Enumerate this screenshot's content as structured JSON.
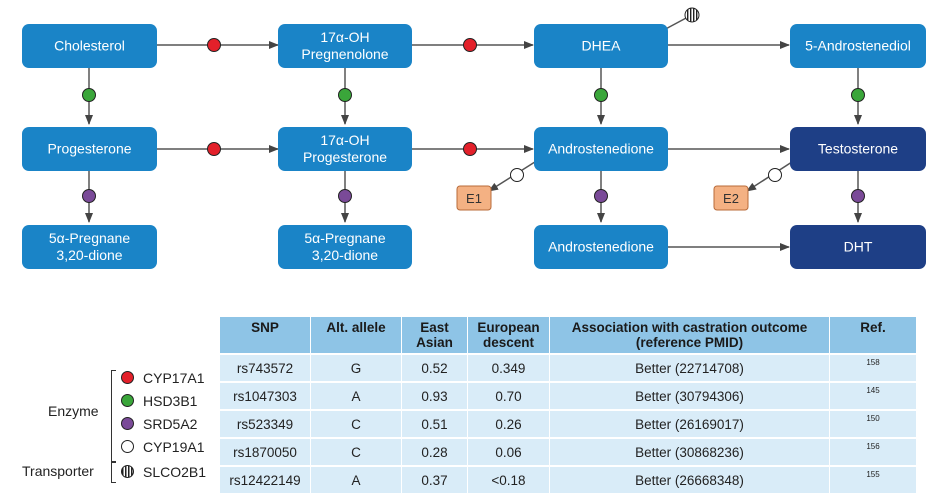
{
  "nodes": {
    "cholesterol": "Cholesterol",
    "oh_preg_l1": "17α-OH",
    "oh_preg_l2": "Pregnenolone",
    "dhea": "DHEA",
    "androstenediol": "5-Androstenediol",
    "progesterone": "Progesterone",
    "oh_prog_l1": "17α-OH",
    "oh_prog_l2": "Progesterone",
    "androstenedione": "Androstenedione",
    "testosterone": "Testosterone",
    "pregnane1_l1": "5α-Pregnane",
    "pregnane1_l2": "3,20-dione",
    "pregnane2_l1": "5α-Pregnane",
    "pregnane2_l2": "3,20-dione",
    "androstenedione2": "Androstenedione",
    "dht": "DHT",
    "e1": "E1",
    "e2": "E2"
  },
  "colors": {
    "node_blue": "#1a84c7",
    "node_dark": "#1e3f86",
    "estrogen_box": "#f4b183",
    "cyp17a1": "#e3202a",
    "hsd3b1": "#3aa63a",
    "srd5a2": "#7a4a98",
    "cyp19a1": "#ffffff",
    "header_bg": "#8ec4e6",
    "row_bg": "#d9ecf8"
  },
  "table": {
    "headers": {
      "snp": "SNP",
      "alt_allele": "Alt. allele",
      "east_asian_l1": "East",
      "east_asian_l2": "Asian",
      "european_l1": "European",
      "european_l2": "descent",
      "association_l1": "Association with castration outcome",
      "association_l2": "(reference PMID)",
      "ref": "Ref."
    },
    "rows": [
      {
        "gene": "CYP17A1",
        "icon": "red-dot-icon",
        "snp": "rs743572",
        "allele": "G",
        "east_asian": "0.52",
        "european": "0.349",
        "association": "Better (22714708)",
        "ref": "158"
      },
      {
        "gene": "HSD3B1",
        "icon": "green-dot-icon",
        "snp": "rs1047303",
        "allele": "A",
        "east_asian": "0.93",
        "european": "0.70",
        "association": "Better (30794306)",
        "ref": "145"
      },
      {
        "gene": "SRD5A2",
        "icon": "purple-dot-icon",
        "snp": "rs523349",
        "allele": "C",
        "east_asian": "0.51",
        "european": "0.26",
        "association": "Better (26169017)",
        "ref": "150"
      },
      {
        "gene": "CYP19A1",
        "icon": "white-dot-icon",
        "snp": "rs1870050",
        "allele": "C",
        "east_asian": "0.28",
        "european": "0.06",
        "association": "Better (30868236)",
        "ref": "156"
      },
      {
        "gene": "SLCO2B1",
        "icon": "striped-dot-icon",
        "snp": "rs12422149",
        "allele": "A",
        "east_asian": "0.37",
        "european": "<0.18",
        "association": "Better (26668348)",
        "ref": "155"
      }
    ],
    "groups": {
      "enzyme": "Enzyme",
      "transporter": "Transporter"
    }
  }
}
